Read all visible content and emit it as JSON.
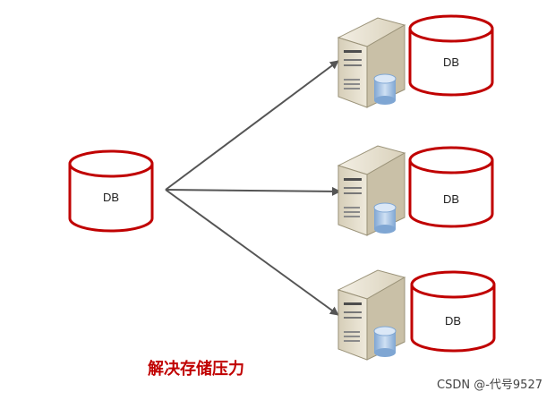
{
  "diagram": {
    "source_db": {
      "label": "DB"
    },
    "nodes": [
      {
        "db_label": "DB"
      },
      {
        "db_label": "DB"
      },
      {
        "db_label": "DB"
      }
    ],
    "caption": "解决存储压力",
    "watermark": "CSDN @-代号9527"
  },
  "colors": {
    "db_stroke": "#c00000",
    "arrow": "#555555",
    "caption": "#c00000",
    "server_body": "#e9e4d6",
    "server_front": "#d4ccb6",
    "mini_db": "#a9c6e6"
  }
}
